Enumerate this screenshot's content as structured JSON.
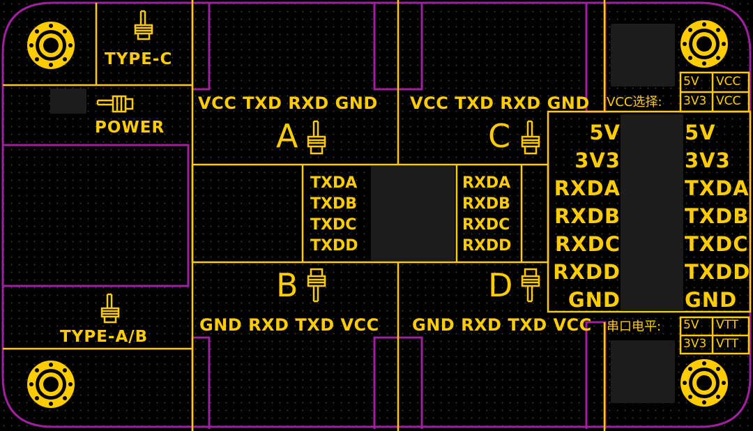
{
  "labels": {
    "type_c": "TYPE-C",
    "power": "POWER",
    "type_ab": "TYPE-A/B",
    "header_a": "VCC TXD RXD GND",
    "header_c": "VCC TXD RXD GND",
    "header_b": "GND RXD TXD VCC",
    "header_d": "GND RXD TXD VCC",
    "port_a": "A",
    "port_b": "B",
    "port_c": "C",
    "port_d": "D",
    "vcc_select": "VCC选择:",
    "serial_level": "串口电平:"
  },
  "left_pins": [
    "TXDA",
    "TXDB",
    "TXDC",
    "TXDD"
  ],
  "right_pins": [
    "RXDA",
    "RXDB",
    "RXDC",
    "RXDD"
  ],
  "side_left": [
    "5V",
    "3V3",
    "RXDA",
    "RXDB",
    "RXDC",
    "RXDD",
    "GND"
  ],
  "side_right": [
    "5V",
    "3V3",
    "TXDA",
    "TXDB",
    "TXDC",
    "TXDD",
    "GND"
  ],
  "vcc_table": [
    [
      "5V",
      "VCC"
    ],
    [
      "3V3",
      "VCC"
    ]
  ],
  "vtt_table": [
    [
      "5V",
      "VTT"
    ],
    [
      "3V3",
      "VTT"
    ]
  ],
  "colors": {
    "silkscreen": "#ffcc00",
    "outline": "#a020a0",
    "chip": "#1c1c1c",
    "background": "#000000"
  },
  "icons": [
    "pointing-hand-up-icon",
    "pointing-hand-left-icon",
    "pointing-hand-down-icon",
    "mounting-hole-icon"
  ]
}
